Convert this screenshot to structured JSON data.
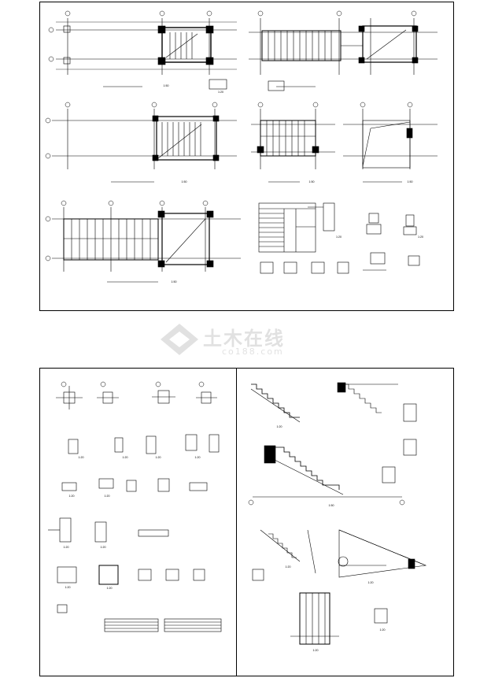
{
  "top_sheet": {
    "labels": [
      "1:50",
      "1:20",
      "1:50",
      "1:50",
      "1:50",
      "1:50",
      "1:20",
      "1:20"
    ]
  },
  "bottom_sheet": {
    "labels": [
      "1:20",
      "1:20",
      "1:20",
      "1:20",
      "1:20",
      "1:20",
      "1:20",
      "1:20",
      "1:20",
      "1:20",
      "1:20",
      "1:50",
      "1:20",
      "1:20",
      "1:20",
      "1:20"
    ]
  },
  "watermark": {
    "text_cn": "土木在线",
    "text_en": "co188.com"
  },
  "colors": {
    "ink": "#000000",
    "paper": "#ffffff",
    "watermark": "#7a7a7a"
  }
}
